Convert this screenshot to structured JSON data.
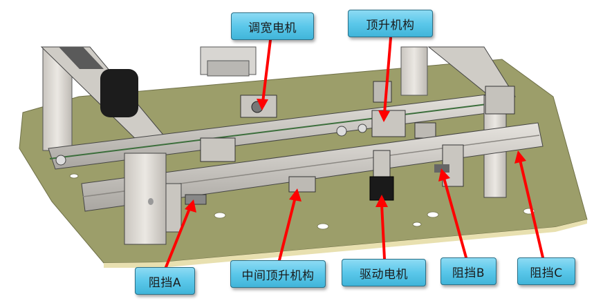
{
  "colors": {
    "callout_fill": "#5bc8ea",
    "callout_border": "#2b6f86",
    "arrow": "#ff0000",
    "base_plate": "#9c9e6a",
    "frame": "#d8d4ce"
  },
  "labels": {
    "width_motor": "调宽电机",
    "lifting_mechanism": "顶升机构",
    "stop_a": "阻挡A",
    "middle_lifting_mechanism": "中间顶升机构",
    "drive_motor": "驱动电机",
    "stop_b": "阻挡B",
    "stop_c": "阻挡C"
  }
}
